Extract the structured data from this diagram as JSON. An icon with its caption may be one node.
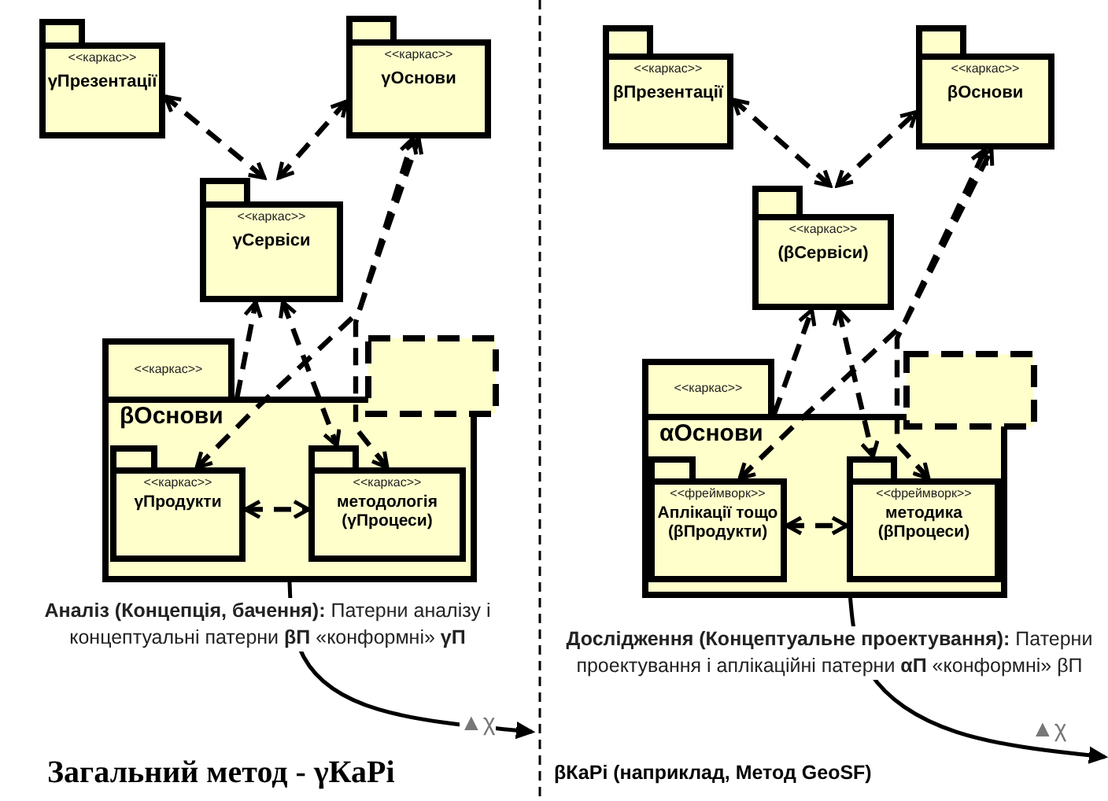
{
  "diagram": {
    "nodes": [
      {
        "text": [
          "<<каркас>>",
          "γПрезентації"
        ]
      },
      {
        "text": [
          "<<каркас>>",
          "γОснови"
        ]
      },
      {
        "text": [
          "<<каркас>>",
          "γСервіси"
        ]
      },
      {
        "text": [
          "<<каркас>>",
          "βОснови"
        ]
      },
      {
        "text": [
          "<<каркас>>",
          "γПродукти"
        ],
        "in": 3
      },
      {
        "text": [
          "<<каркас>>",
          "методологія (γПроцеси)"
        ],
        "in": 3
      },
      {
        "text": [],
        "shape": "box"
      },
      {
        "text": [
          "<<каркас>>",
          "βПрезентації"
        ]
      },
      {
        "text": [
          "<<каркас>>",
          "βОснови"
        ]
      },
      {
        "text": [
          "<<каркас>>",
          "(βСервіси)"
        ]
      },
      {
        "text": [
          "<<каркас>>",
          "αОснови"
        ]
      },
      {
        "text": [
          "<<фреймворк>>",
          "Аплікації тощо (βПродукти)"
        ],
        "in": 10
      },
      {
        "text": [
          "<<фреймворк>>",
          "методика (βПроцеси)"
        ],
        "in": 10
      },
      {
        "text": [],
        "shape": "box"
      }
    ],
    "edges": [
      {
        "from": 2,
        "to": 0,
        "arrow": "both",
        "style": "dashed"
      },
      {
        "from": 2,
        "to": 1,
        "arrow": "both",
        "style": "dashed"
      },
      {
        "from": 4,
        "to": 1,
        "arrow": "both",
        "style": "dashed"
      },
      {
        "from": 3,
        "to": 2,
        "arrow": "to",
        "style": "dashed"
      },
      {
        "from": 2,
        "to": 5,
        "arrow": "both",
        "style": "dashed"
      },
      {
        "from": 5,
        "to": 1,
        "arrow": "both",
        "style": "dashed"
      },
      {
        "from": 4,
        "to": 5,
        "arrow": "both",
        "style": "dashed"
      },
      {
        "from": 9,
        "to": 7,
        "arrow": "both",
        "style": "dashed"
      },
      {
        "from": 9,
        "to": 8,
        "arrow": "both",
        "style": "dashed"
      },
      {
        "from": 11,
        "to": 8,
        "arrow": "both",
        "style": "dashed"
      },
      {
        "from": 10,
        "to": 9,
        "arrow": "to",
        "style": "dashed"
      },
      {
        "from": 9,
        "to": 12,
        "arrow": "both",
        "style": "dashed"
      },
      {
        "from": 12,
        "to": 8,
        "arrow": "both",
        "style": "dashed"
      },
      {
        "from": 11,
        "to": 12,
        "arrow": "both",
        "style": "dashed"
      },
      {
        "from": 3,
        "to": null,
        "arrow": "to",
        "label": "▲χ"
      },
      {
        "from": 10,
        "to": null,
        "arrow": "to",
        "label": "▲χ"
      }
    ],
    "labels": [
      "**Аналіз (Концепція, бачення):** Патерни аналізу і концептуальні патерни **βП** «конформні» **γП**",
      "**Дослідження (Концептуальне проектування):** Патерни проектування і аплікаційні патерни **αП** «конформні» βП",
      "Загальний метод - γКаРі",
      "βКаРі (наприклад, Метод GeoSF)"
    ]
  }
}
